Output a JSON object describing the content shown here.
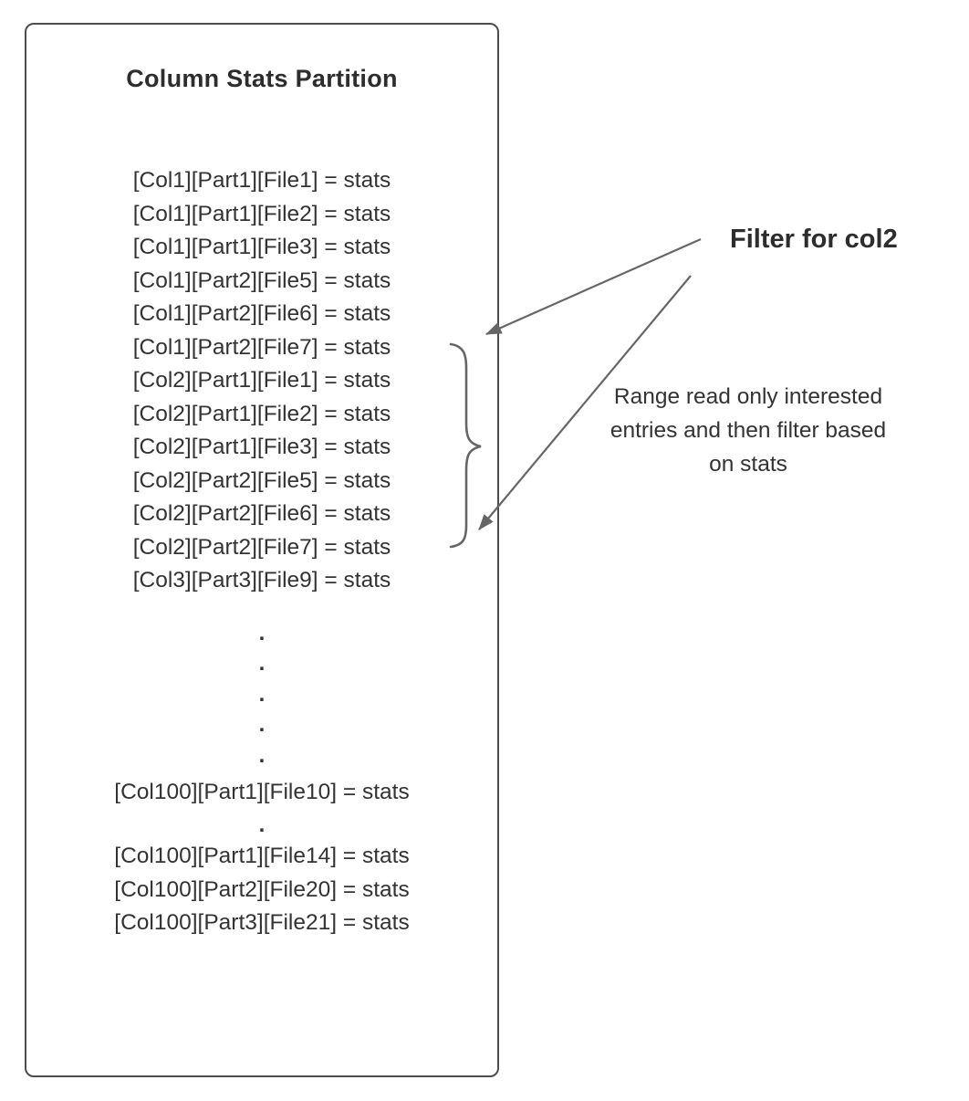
{
  "box": {
    "title": "Column Stats Partition",
    "entries": [
      "[Col1][Part1][File1] = stats",
      "[Col1][Part1][File2] = stats",
      "[Col1][Part1][File3] = stats",
      "[Col1][Part2][File5] = stats",
      "[Col1][Part2][File6] = stats",
      "[Col1][Part2][File7] = stats",
      "[Col2][Part1][File1] = stats",
      "[Col2][Part1][File2] = stats",
      "[Col2][Part1][File3] = stats",
      "[Col2][Part2][File5] = stats",
      "[Col2][Part2][File6] = stats",
      "[Col2][Part2][File7] = stats",
      "[Col3][Part3][File9] = stats"
    ],
    "dots": [
      ".",
      ".",
      ".",
      ".",
      "."
    ],
    "col100_first": "[Col100][Part1][File10] = stats",
    "dot": ".",
    "col100_rest": [
      "[Col100][Part1][File14] = stats",
      "[Col100][Part2][File20] = stats",
      "[Col100][Part3][File21] = stats"
    ]
  },
  "annotations": {
    "filter_label": "Filter for col2",
    "range_note": "Range read only interested entries and then filter based on stats"
  },
  "colors": {
    "box_border": "#4d4d4d",
    "text": "#333333",
    "line": "#666666"
  }
}
